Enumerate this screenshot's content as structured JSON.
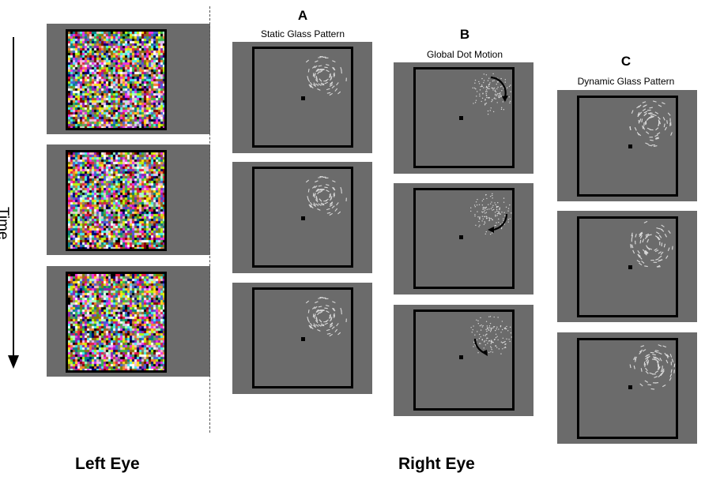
{
  "time_axis": {
    "label": "Time"
  },
  "left_eye": {
    "label": "Left Eye"
  },
  "right_eye": {
    "label": "Right Eye"
  },
  "conditions": [
    {
      "letter": "A",
      "label": "Static Glass Pattern"
    },
    {
      "letter": "B",
      "label": "Global Dot Motion"
    },
    {
      "letter": "C",
      "label": "Dynamic Glass Pattern"
    }
  ],
  "colors": {
    "frame_gray": "#6b6b6b",
    "border": "#000000",
    "dots": "#d9d9d9",
    "noise_palette": [
      "#e6194b",
      "#3cb44b",
      "#ffe119",
      "#4363d8",
      "#f58231",
      "#911eb4",
      "#46f0f0",
      "#f032e6",
      "#bcf60c",
      "#fabebe",
      "#008080",
      "#e6beff",
      "#9a6324",
      "#800000",
      "#aaffc3",
      "#808000",
      "#000075",
      "#808080",
      "#ffffff",
      "#000000"
    ]
  }
}
